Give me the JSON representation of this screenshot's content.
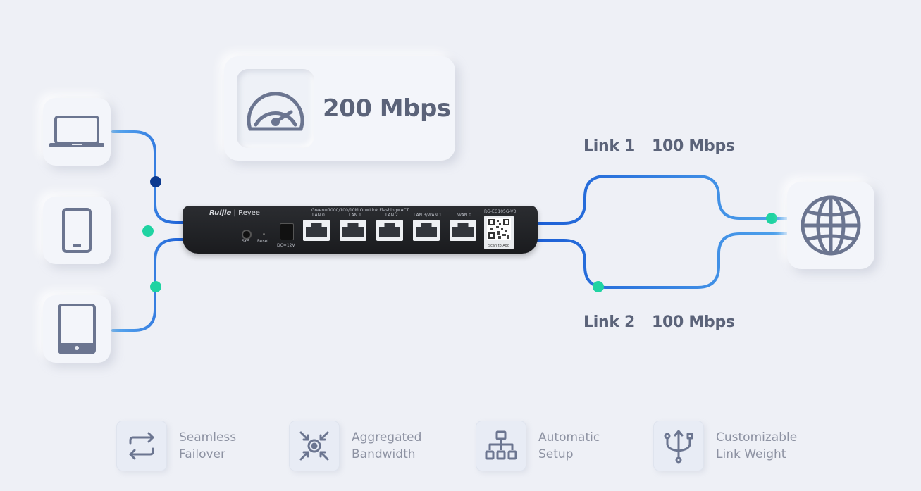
{
  "speed": {
    "value": "200 Mbps",
    "icon": "speedometer-icon"
  },
  "links": [
    {
      "name": "Link 1",
      "speed": "100 Mbps"
    },
    {
      "name": "Link 2",
      "speed": "100 Mbps"
    }
  ],
  "devices": [
    {
      "icon": "laptop-icon"
    },
    {
      "icon": "phone-icon"
    },
    {
      "icon": "tablet-icon"
    }
  ],
  "internet": {
    "icon": "globe-icon"
  },
  "router": {
    "brand": "Ruijie",
    "sub_brand": "Reyee",
    "model": "RG-EG105G-V3",
    "legend": "Green=1000/100/10M  On=Link  Flashing=ACT",
    "sys": "SYS",
    "reset": "Reset",
    "dc": "DC=12V",
    "ports": [
      "LAN 0",
      "LAN 1",
      "LAN 2",
      "LAN 3/WAN 1",
      "WAN 0"
    ],
    "qr_label": "Scan to Add"
  },
  "features": [
    {
      "line1": "Seamless",
      "line2": "Failover",
      "icon": "failover-arrows-icon"
    },
    {
      "line1": "Aggregated",
      "line2": "Bandwidth",
      "icon": "aggregate-icon"
    },
    {
      "line1": "Automatic",
      "line2": "Setup",
      "icon": "hierarchy-icon"
    },
    {
      "line1": "Customizable",
      "line2": "Link Weight",
      "icon": "usb-fork-icon"
    }
  ],
  "colors": {
    "line_light": "#4fa3ec",
    "line_dark": "#1c5fd6",
    "dot_green": "#1fd3a2",
    "dot_navy": "#0c3a8f",
    "icon_slate": "#6b7590"
  }
}
